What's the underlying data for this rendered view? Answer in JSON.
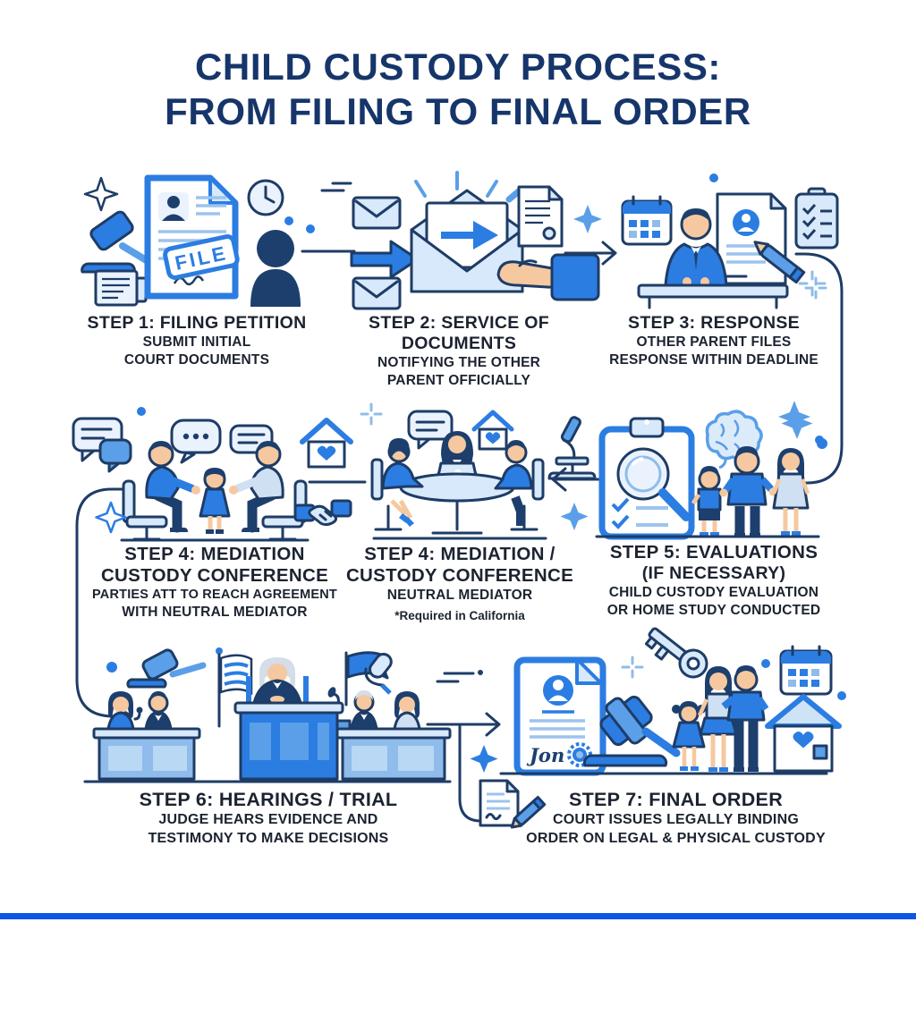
{
  "palette": {
    "title_navy": "#16356a",
    "text_dark": "#1c2330",
    "outline_navy": "#1e3c66",
    "primary_blue": "#2b7de2",
    "accent_blue": "#5a9fe8",
    "light_blue": "#d7e9fa",
    "pale_blue": "#eaf3fd",
    "divider_blue": "#0c55e6",
    "skin": "#f6c89f",
    "silhouette_navy": "#1d3f6e"
  },
  "title": {
    "line1": "CHILD CUSTODY PROCESS:",
    "line2": "FROM FILING TO FINAL ORDER"
  },
  "steps": [
    {
      "heading": "STEP 1: FILING PETITION",
      "lines": [
        "SUBMIT INITIAL",
        "COURT DOCUMENTS"
      ],
      "stamp_label": "FILE",
      "icons": [
        "sparkle-icon",
        "gavel-icon",
        "documents-icon",
        "petition-document-icon",
        "file-stamp-icon",
        "clock-icon",
        "child-silhouette-icon"
      ]
    },
    {
      "heading": "STEP 2: SERVICE OF DOCUMENTS",
      "lines": [
        "NOTIFYING THE OTHER",
        "PARENT OFFICIALLY"
      ],
      "icons": [
        "envelope-icon",
        "arrow-right-icon",
        "open-envelope-icon",
        "hand-icon",
        "document-icon",
        "sparkle-icon"
      ]
    },
    {
      "heading": "STEP 3: RESPONSE",
      "lines": [
        "OTHER PARENT FILES",
        "RESPONSE WITHIN DEADLINE"
      ],
      "icons": [
        "calendar-icon",
        "parent-at-desk",
        "response-document-icon",
        "pencil-icon",
        "checklist-clipboard-icon"
      ]
    },
    {
      "heading": "STEP 4: MEDIATION",
      "heading2": "CUSTODY CONFERENCE",
      "lines": [
        "PARTIES ATT TO REACH AGREEMENT",
        "WITH NEUTRAL MEDIATOR"
      ],
      "icons": [
        "chat-bubbles-icon",
        "parents-facing",
        "child-between",
        "home-heart-icon",
        "handshake-icon",
        "sparkle-icon"
      ]
    },
    {
      "heading": "STEP 4: MEDIATION /",
      "heading2": "CUSTODY CONFERENCE",
      "lines": [
        "NEUTRAL MEDIATOR"
      ],
      "note": "*Required in California",
      "icons": [
        "speech-bubble-icon",
        "home-heart-icon",
        "mediation-table",
        "laptop-icon",
        "microscope-icon",
        "sparkle-icon"
      ]
    },
    {
      "heading": "STEP 5: EVALUATIONS",
      "heading2": "(IF NECESSARY)",
      "lines": [
        "CHILD CUSTODY EVALUATION",
        "OR HOME STUDY CONDUCTED"
      ],
      "icons": [
        "evaluation-clipboard-icon",
        "magnifying-glass-icon",
        "brain-icon",
        "family-group",
        "sparkle-icon"
      ]
    },
    {
      "heading": "STEP 6: HEARINGS / TRIAL",
      "lines": [
        "JUDGE HEARS EVIDENCE AND",
        "TESTIMONY TO MAKE DECISIONS"
      ],
      "icons": [
        "gavel-icon",
        "flag-icon",
        "judge-bench",
        "counsel-tables",
        "microphone-icon"
      ]
    },
    {
      "heading": "STEP 7: FINAL ORDER",
      "lines": [
        "COURT ISSUES LEGALLY BINDING",
        "ORDER ON LEGAL & PHYSICAL CUSTODY"
      ],
      "signature": "Jon",
      "icons": [
        "final-order-certificate-icon",
        "gavel-icon",
        "key-icon",
        "family-group",
        "home-heart-icon",
        "calendar-icon",
        "signing-document-icon"
      ]
    }
  ]
}
